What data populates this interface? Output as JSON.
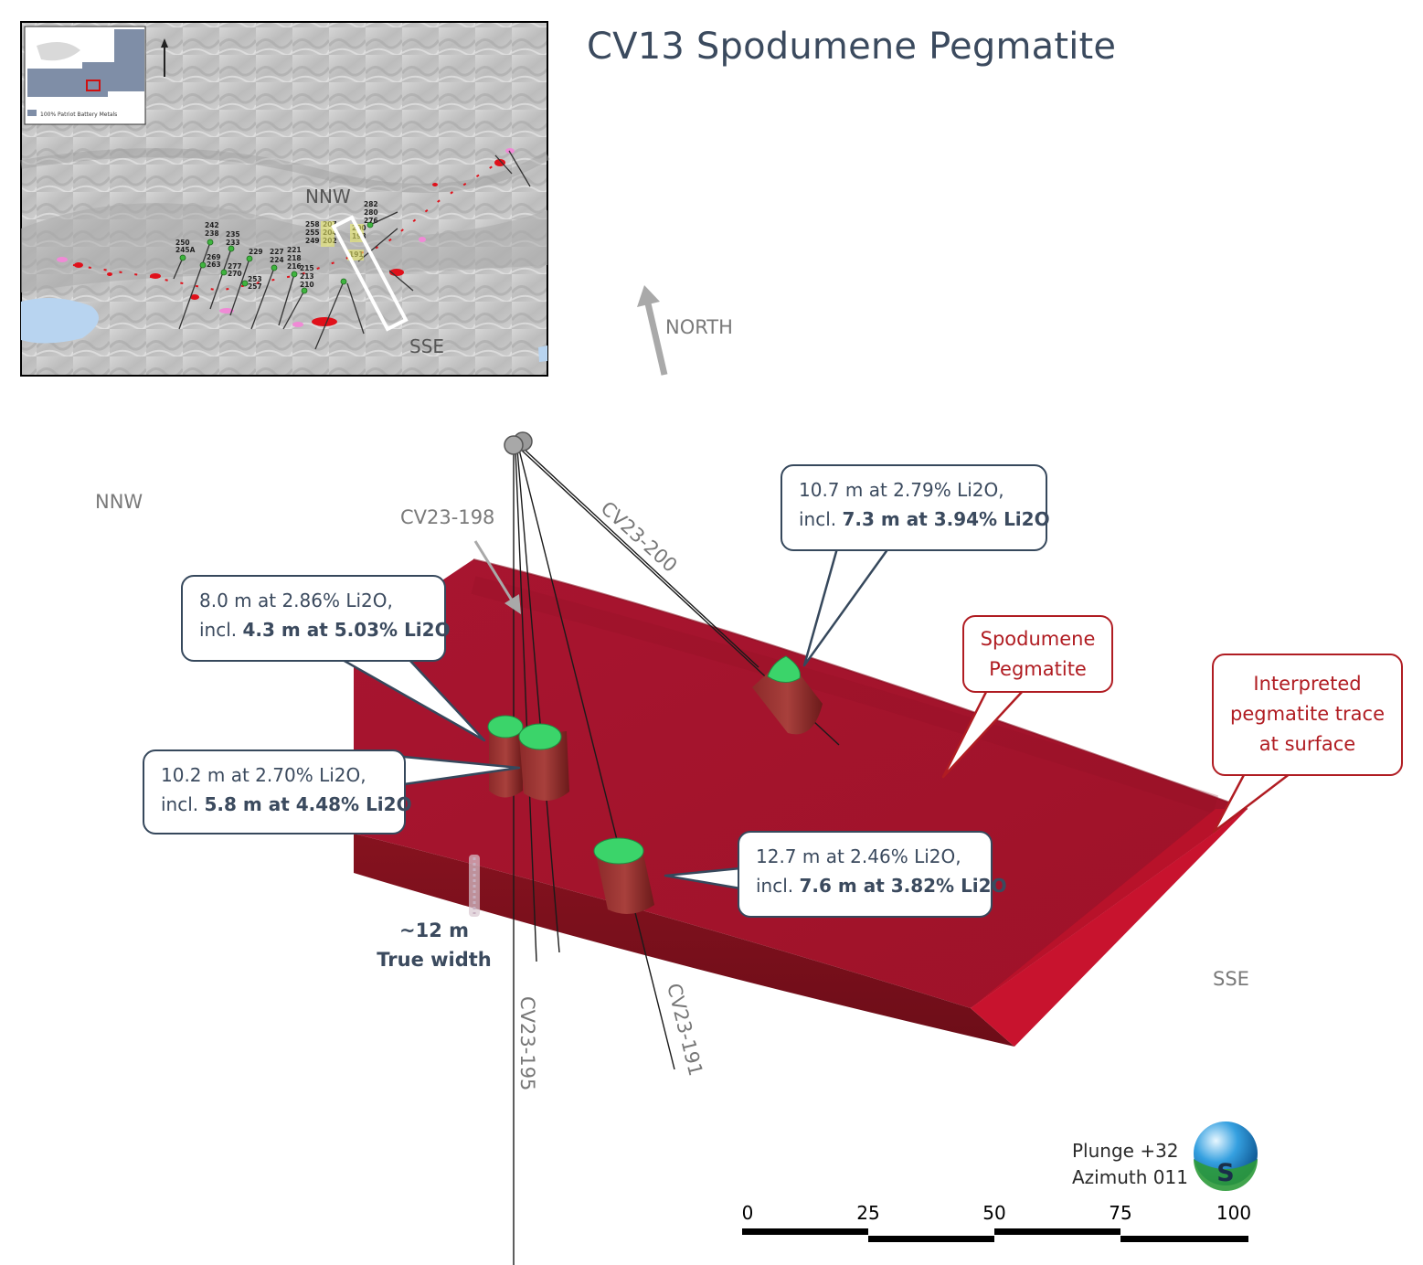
{
  "title": "CV13 Spodumene Pegmatite",
  "inset_map": {
    "label_nnw": "NNW",
    "label_sse": "SSE",
    "legend_text": "100% Patriot Battery Metals",
    "hole_ids": [
      "250",
      "245A",
      "242",
      "238",
      "269",
      "263",
      "235",
      "233",
      "277",
      "270",
      "229",
      "253",
      "257",
      "227",
      "224",
      "221",
      "218",
      "216",
      "215",
      "213",
      "210",
      "258",
      "255",
      "249",
      "207",
      "204",
      "202",
      "200",
      "198",
      "282",
      "280",
      "276",
      "191"
    ]
  },
  "north_label": "NORTH",
  "section_labels": {
    "nnw": "NNW",
    "sse": "SSE"
  },
  "drill_holes": {
    "cv23_198": "CV23-198",
    "cv23_200": "CV23-200",
    "cv23_195": "CV23-195",
    "cv23_191": "CV23-191"
  },
  "callouts": {
    "c198": {
      "line1": "8.0 m at 2.86% Li2O,",
      "line2_pre": "incl. ",
      "line2_bold": "4.3 m at 5.03% Li2O"
    },
    "c195": {
      "line1": "10.2 m at 2.70% Li2O,",
      "line2_pre": "incl. ",
      "line2_bold": "5.8 m at 4.48% Li2O"
    },
    "c200": {
      "line1": "10.7 m at 2.79% Li2O,",
      "line2_pre": "incl. ",
      "line2_bold": "7.3 m at 3.94% Li2O"
    },
    "c191": {
      "line1": "12.7 m at 2.46% Li2O,",
      "line2_pre": "incl. ",
      "line2_bold": "7.6 m at 3.82% Li2O"
    }
  },
  "red_callouts": {
    "spodumene": {
      "line1": "Spodumene",
      "line2": "Pegmatite"
    },
    "trace": {
      "line1": "Interpreted",
      "line2": "pegmatite trace",
      "line3": "at surface"
    }
  },
  "true_width": {
    "line1": "~12 m",
    "line2": "True width"
  },
  "orientation": {
    "plunge": "Plunge +32",
    "azimuth": "Azimuth 011",
    "compass_letter": "S"
  },
  "scale_bar": {
    "ticks": [
      "0",
      "25",
      "50",
      "75",
      "100"
    ]
  },
  "colors": {
    "pegmatite_top": "#a5142c",
    "pegmatite_front": "#7a1020",
    "pegmatite_end": "#c8132e",
    "callout_border": "#36485c",
    "red_accent": "#b01c22",
    "intercept_green": "#3bd46a"
  }
}
